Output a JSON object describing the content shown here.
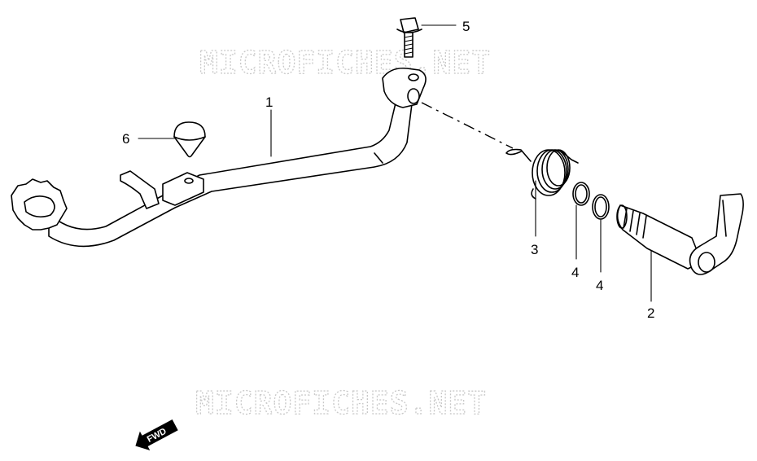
{
  "watermarks": [
    "MICROFICHES.NET",
    "MICROFICHES.NET"
  ],
  "callouts": {
    "brake_pedal": "1",
    "shaft": "2",
    "spring": "3",
    "washer_a": "4",
    "washer_b": "4",
    "bolt": "5",
    "cap": "6"
  },
  "direction_label": "FWD"
}
